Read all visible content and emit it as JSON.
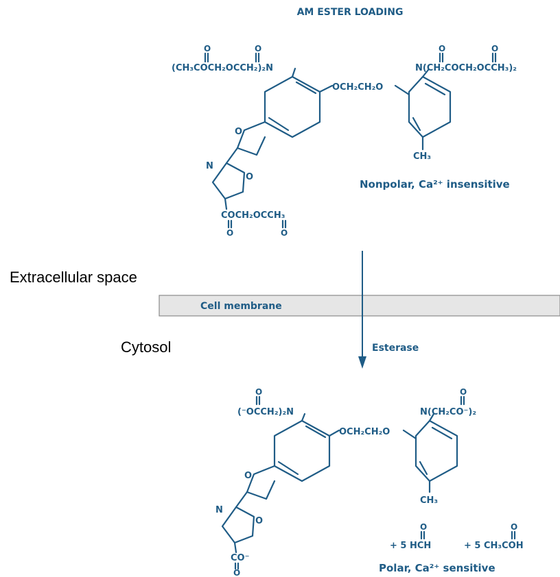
{
  "title": "AM ESTER LOADING",
  "top_molecule": {
    "left_chain_upper": "O        O",
    "left_chain": "(CH",
    "left_chain_full": "(CH₃COCH₂OCCH₂)₂N",
    "right_chain_upper": "O          O",
    "right_chain_full": "N(CH₂COCH₂OCCH₃)₂",
    "bridge": "OCH₂CH₂O",
    "methyl": "CH₃",
    "oxazole_n": "N",
    "oxazole_o": "O",
    "furan_o": "O",
    "ester_group": "COCH₂OCCH₃",
    "ester_o1": "O",
    "ester_o2": "O",
    "description": "Nonpolar, Ca²⁺ insensitive"
  },
  "zones": {
    "extracellular": "Extracellular space",
    "membrane": "Cell membrane",
    "cytosol": "Cytosol",
    "enzyme": "Esterase"
  },
  "bottom_molecule": {
    "left_chain_upper": "O",
    "left_chain_full": "(⁻OCCH₂)₂N",
    "right_chain_upper": "O",
    "right_chain_full": "N(CH₂CO⁻)₂",
    "bridge": "OCH₂CH₂O",
    "methyl": "CH₃",
    "oxazole_n": "N",
    "oxazole_o": "O",
    "furan_o": "O",
    "carboxylate": "CO⁻",
    "carboxylate_o": "O",
    "product1_o": "O",
    "product1": "+ 5 HCH",
    "product2_o": "O",
    "product2": "+ 5 CH₃COH",
    "description": "Polar, Ca²⁺ sensitive"
  },
  "colors": {
    "chem": "#1f5c86",
    "membrane_fill": "#e6e6e6",
    "membrane_border": "#8a8a8a"
  }
}
